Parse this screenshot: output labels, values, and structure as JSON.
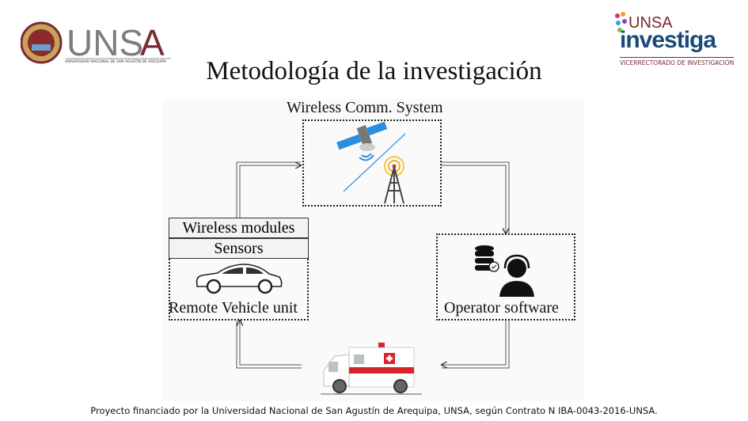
{
  "header": {
    "left_logo": {
      "name": "UNSA",
      "subtitle": "UNIVERSIDAD NACIONAL DE SAN AGUSTÍN DE AREQUIPA"
    },
    "right_logo": {
      "name_top": "UNSA",
      "name_bottom": "investiga",
      "subtitle": "VICERRECTORADO DE INVESTIGACIÓN"
    },
    "title": "Metodología de la investigación"
  },
  "diagram": {
    "comm_label": "Wireless Comm. System",
    "vehicle_rows": [
      "Wireless modules",
      "Sensors"
    ],
    "vehicle_label": "Remote Vehicle unit",
    "operator_label": "Operator software"
  },
  "colors": {
    "unsa_maroon": "#7a2a32",
    "unsa_gray": "#7d7d7d",
    "satellite_blue": "#2a8ee0",
    "ambulance_red": "#d8252b"
  },
  "footer": "Proyecto financiado por la Universidad Nacional de San Agustín de Arequipa, UNSA, según Contrato N IBA-0043-2016-UNSA."
}
